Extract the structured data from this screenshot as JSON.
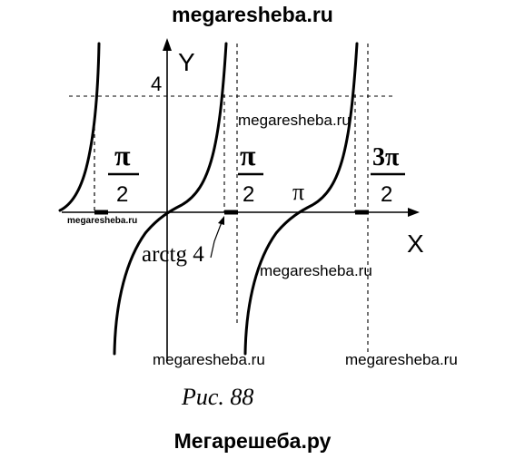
{
  "watermarks": {
    "top": "megaresheba.ru",
    "small": "megaresheba.ru",
    "bottom": "Мегарешеба.ру"
  },
  "axes": {
    "y_label": "Y",
    "x_label": "X"
  },
  "labels": {
    "y_value": "4",
    "pi_num": "π",
    "two": "2",
    "three_pi": "3π",
    "pi": "π",
    "arctg": "arctg 4"
  },
  "caption": "Рис. 88"
}
